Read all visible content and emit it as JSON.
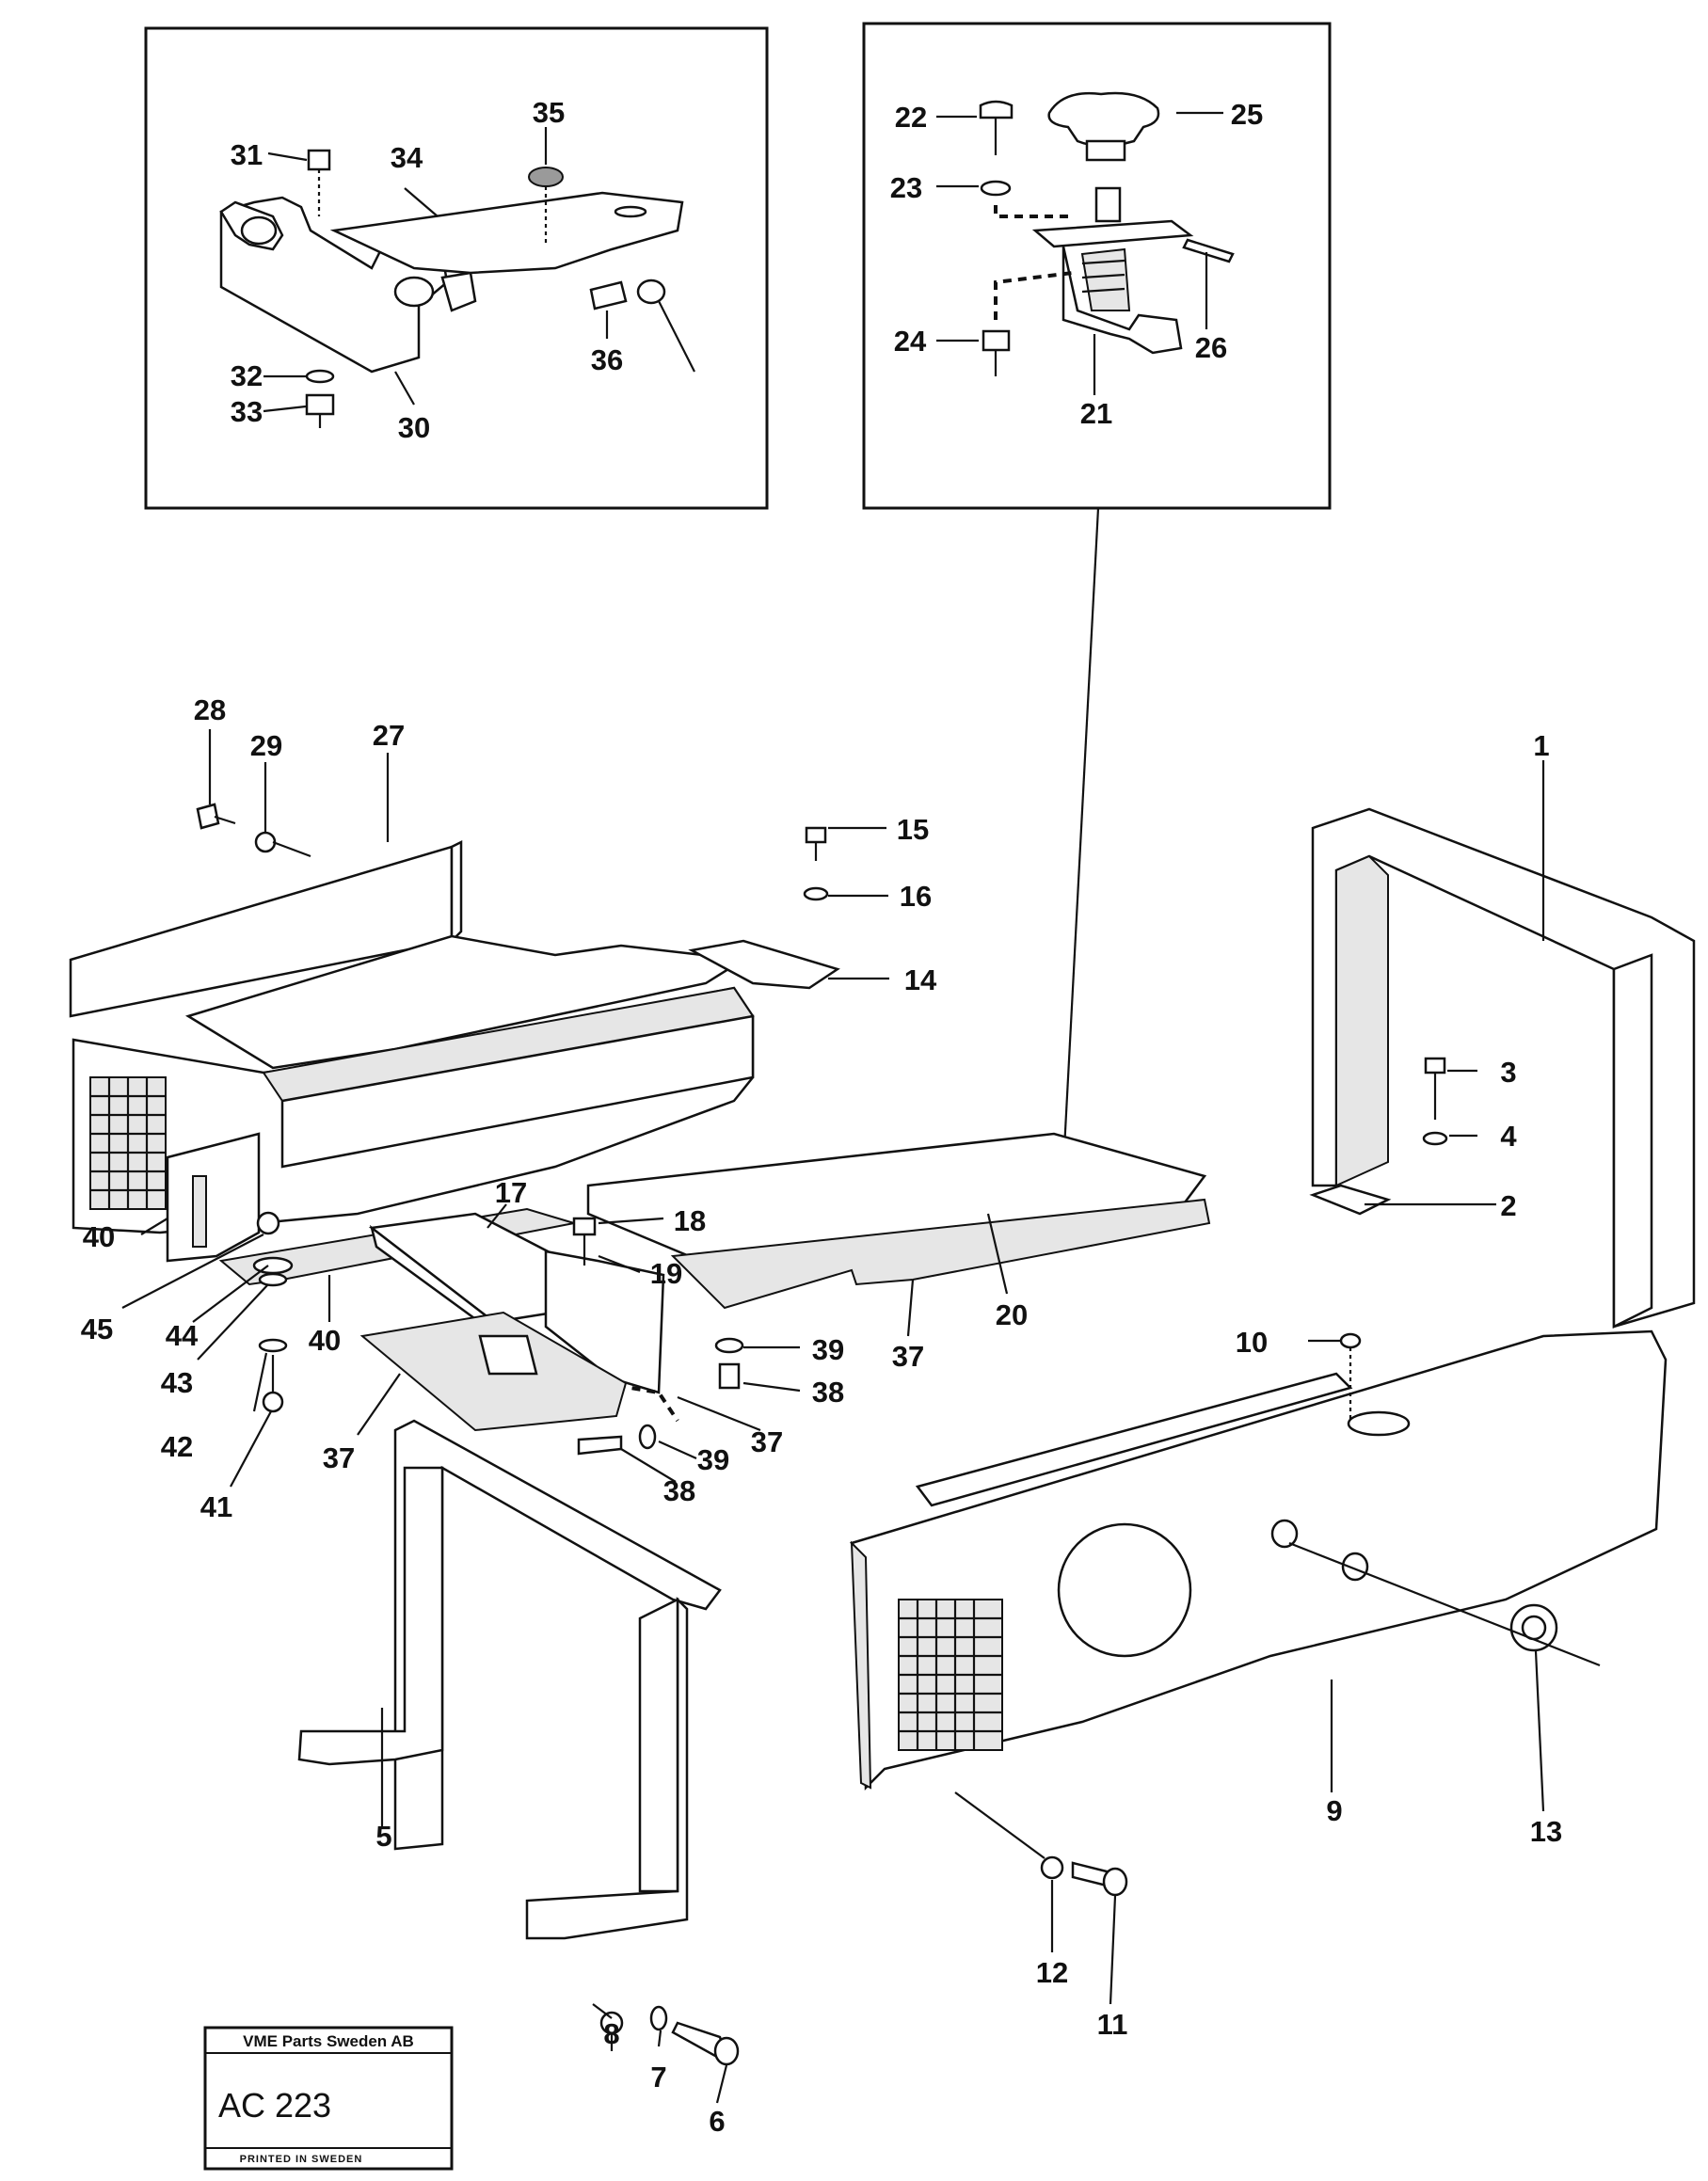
{
  "callouts": [
    {
      "id": "1",
      "text": "1"
    },
    {
      "id": "2",
      "text": "2"
    },
    {
      "id": "3",
      "text": "3"
    },
    {
      "id": "4",
      "text": "4"
    },
    {
      "id": "5",
      "text": "5"
    },
    {
      "id": "6",
      "text": "6"
    },
    {
      "id": "7",
      "text": "7"
    },
    {
      "id": "8",
      "text": "8"
    },
    {
      "id": "9",
      "text": "9"
    },
    {
      "id": "10",
      "text": "10"
    },
    {
      "id": "11",
      "text": "11"
    },
    {
      "id": "12",
      "text": "12"
    },
    {
      "id": "13",
      "text": "13"
    },
    {
      "id": "14",
      "text": "14"
    },
    {
      "id": "15",
      "text": "15"
    },
    {
      "id": "16",
      "text": "16"
    },
    {
      "id": "17",
      "text": "17"
    },
    {
      "id": "18",
      "text": "18"
    },
    {
      "id": "19",
      "text": "19"
    },
    {
      "id": "20",
      "text": "20"
    },
    {
      "id": "21",
      "text": "21"
    },
    {
      "id": "22",
      "text": "22"
    },
    {
      "id": "23",
      "text": "23"
    },
    {
      "id": "24",
      "text": "24"
    },
    {
      "id": "25",
      "text": "25"
    },
    {
      "id": "26",
      "text": "26"
    },
    {
      "id": "27",
      "text": "27"
    },
    {
      "id": "28",
      "text": "28"
    },
    {
      "id": "29",
      "text": "29"
    },
    {
      "id": "30",
      "text": "30"
    },
    {
      "id": "31",
      "text": "31"
    },
    {
      "id": "32",
      "text": "32"
    },
    {
      "id": "33",
      "text": "33"
    },
    {
      "id": "34",
      "text": "34"
    },
    {
      "id": "35",
      "text": "35"
    },
    {
      "id": "36",
      "text": "36"
    },
    {
      "id": "37a",
      "text": "37"
    },
    {
      "id": "37b",
      "text": "37"
    },
    {
      "id": "37c",
      "text": "37"
    },
    {
      "id": "38a",
      "text": "38"
    },
    {
      "id": "38b",
      "text": "38"
    },
    {
      "id": "39a",
      "text": "39"
    },
    {
      "id": "39b",
      "text": "39"
    },
    {
      "id": "40a",
      "text": "40"
    },
    {
      "id": "40b",
      "text": "40"
    },
    {
      "id": "41",
      "text": "41"
    },
    {
      "id": "42",
      "text": "42"
    },
    {
      "id": "43",
      "text": "43"
    },
    {
      "id": "44",
      "text": "44"
    },
    {
      "id": "45",
      "text": "45"
    }
  ],
  "stamp": {
    "company": "VME Parts Sweden AB",
    "code": "AC 223",
    "footer": "PRINTED IN SWEDEN"
  }
}
